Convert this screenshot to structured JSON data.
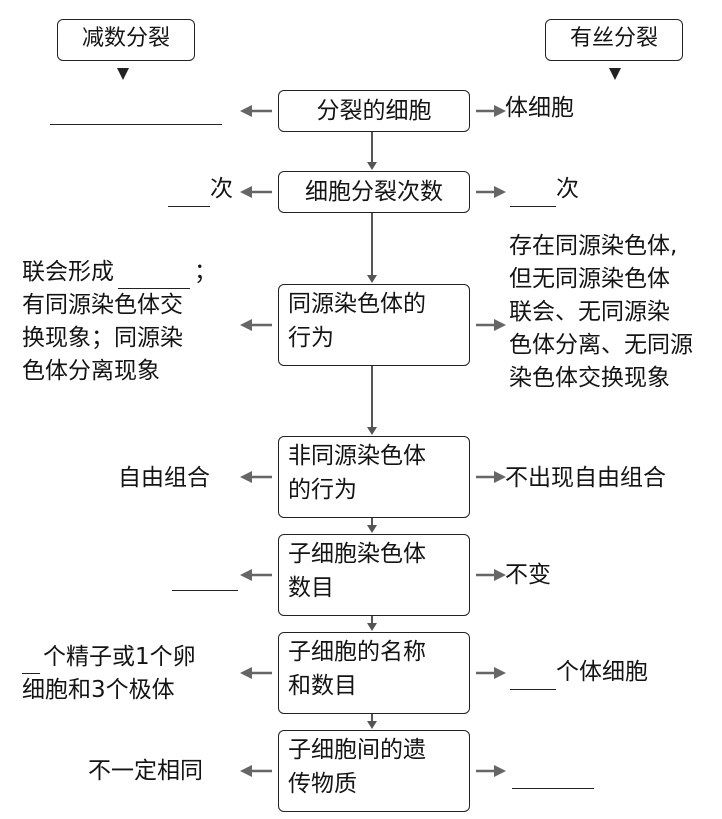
{
  "left_header": "减数分裂",
  "right_header": "有丝分裂",
  "rows": [
    {
      "center": [
        "分裂的细胞"
      ],
      "left": [],
      "right": [
        "体细胞"
      ]
    },
    {
      "center": [
        "细胞分裂次数"
      ],
      "left": [
        "次"
      ],
      "right": [
        "次"
      ]
    },
    {
      "center": [
        "同源染色体的",
        "行为"
      ],
      "left": [
        "联会形成",
        "；",
        "有同源染色体交",
        "换现象；同源染",
        "色体分离现象"
      ],
      "right": [
        "存在同源染色体,",
        "但无同源染色体",
        "联会、无同源染",
        "色体分离、无同源",
        "染色体交换现象"
      ]
    },
    {
      "center": [
        "非同源染色体",
        "的行为"
      ],
      "left": [
        "自由组合"
      ],
      "right": [
        "不出现自由组合"
      ]
    },
    {
      "center": [
        "子细胞染色体",
        "数目"
      ],
      "left": [],
      "right": [
        "不变"
      ]
    },
    {
      "center": [
        "子细胞的名称",
        "和数目"
      ],
      "left": [
        "个精子或1个卵",
        "细胞和3个极体"
      ],
      "right": [
        "个体细胞"
      ]
    },
    {
      "center": [
        "子细胞间的遗",
        "传物质"
      ],
      "left": [
        "不一定相同"
      ],
      "right": []
    }
  ]
}
